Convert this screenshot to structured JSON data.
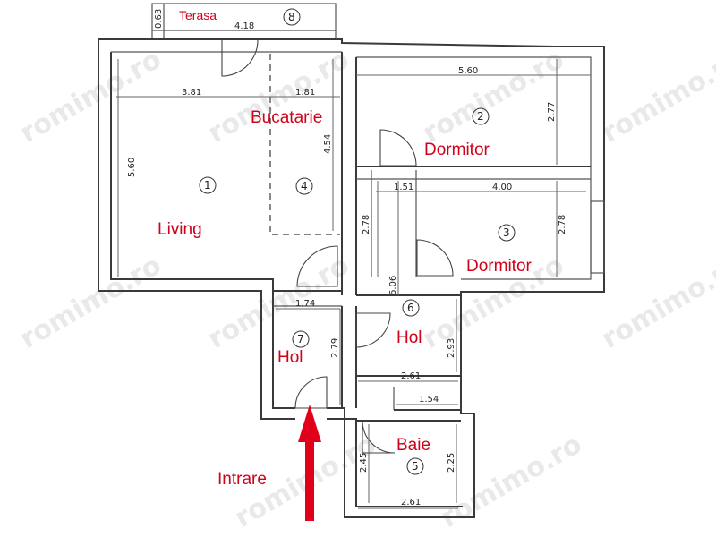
{
  "watermark": "romimo.ro",
  "rooms": {
    "terasa": {
      "name": "Terasa",
      "number": "8"
    },
    "living": {
      "name": "Living",
      "number": "1"
    },
    "bucatarie": {
      "name": "Bucatarie",
      "number": "4"
    },
    "dormitor1": {
      "name": "Dormitor",
      "number": "2"
    },
    "dormitor2": {
      "name": "Dormitor",
      "number": "3"
    },
    "hol1": {
      "name": "Hol",
      "number": "7"
    },
    "hol2": {
      "name": "Hol",
      "number": "6"
    },
    "baie": {
      "name": "Baie",
      "number": "5"
    }
  },
  "entrance": {
    "label": "Intrare",
    "arrow_color": "#e0001a"
  },
  "label_color": "#d0021b",
  "dimensions": {
    "terasa_depth": "0.63",
    "terasa_width": "4.18",
    "living_width": "3.81",
    "kitchen_width": "1.81",
    "living_height": "5.60",
    "kitchen_height": "4.54",
    "dorm2_width": "5.60",
    "dorm2_height": "2.77",
    "hall_width": "1.51",
    "dorm3_width": "4.00",
    "hall_height_left": "2.78",
    "dorm3_height": "2.78",
    "hall_length": "6.06",
    "hol7_width": "1.74",
    "hol7_height": "2.79",
    "hol6_height": "2.93",
    "hol6_width": "2.61",
    "closet_width": "1.54",
    "baie_height_left": "2.45",
    "baie_height_right": "2.25",
    "baie_width": "2.61"
  }
}
